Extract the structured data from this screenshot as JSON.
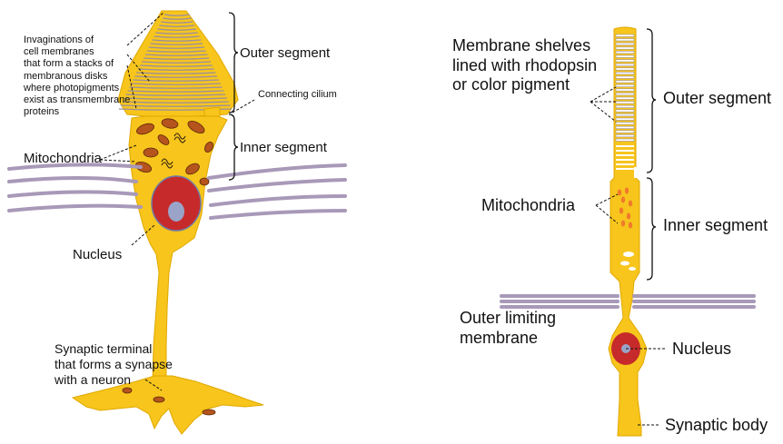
{
  "left": {
    "label_invaginations": "Invaginations of\ncell membranes\nthat form a stacks of\nmembranous disks\nwhere photopigments\nexist as transmembrane\nproteins",
    "label_outer_segment": "Outer segment",
    "label_connecting_cilium": "Connecting cilium",
    "label_mitochondria": "Mitochondria",
    "label_inner_segment": "Inner segment",
    "label_nucleus": "Nucleus",
    "label_synaptic_terminal": "Synaptic terminal\nthat forms a synapse\nwith a neuron"
  },
  "right": {
    "label_membrane_shelves": "Membrane shelves\nlined with rhodopsin\nor color pigment",
    "label_outer_segment": "Outer segment",
    "label_mitochondria": "Mitochondria",
    "label_inner_segment": "Inner segment",
    "label_outer_limiting": "Outer limiting\nmembrane",
    "label_nucleus": "Nucleus",
    "label_synaptic_body": "Synaptic body"
  },
  "colors": {
    "cell_fill": "#F7C51C",
    "cell_stroke": "#E0A800",
    "disk_stroke": "#9A8FA0",
    "membrane": "#A899B8",
    "mito_fill": "#B5541C",
    "mito_right": "#F07A2A",
    "nucleus_fill": "#C62A2A",
    "nucleolus": "#9AA4C8",
    "text": "#111111"
  }
}
